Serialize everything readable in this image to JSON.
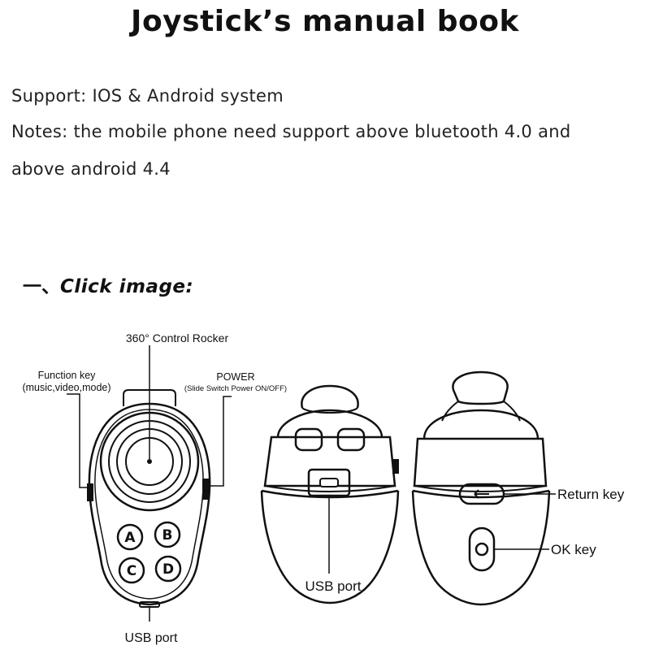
{
  "title": "Joystick’s manual book",
  "support": "Support: IOS & Android system",
  "notes_line1": "Notes: the mobile phone need support above bluetooth 4.0 and",
  "notes_line2": "above android 4.4",
  "section_marker": "一、",
  "section_title": "Click image:",
  "diagram": {
    "control_rocker": "360° Control Rocker",
    "function_key_line1": "Function key",
    "function_key_line2": "(music,video,mode)",
    "power_line1": "POWER",
    "power_line2": "(Slide Switch Power ON/OFF)",
    "usb_port_front": "USB port",
    "usb_port_side": "USB port",
    "return_key": "Return key",
    "ok_key": "OK key",
    "buttons": [
      "A",
      "B",
      "C",
      "D"
    ]
  }
}
